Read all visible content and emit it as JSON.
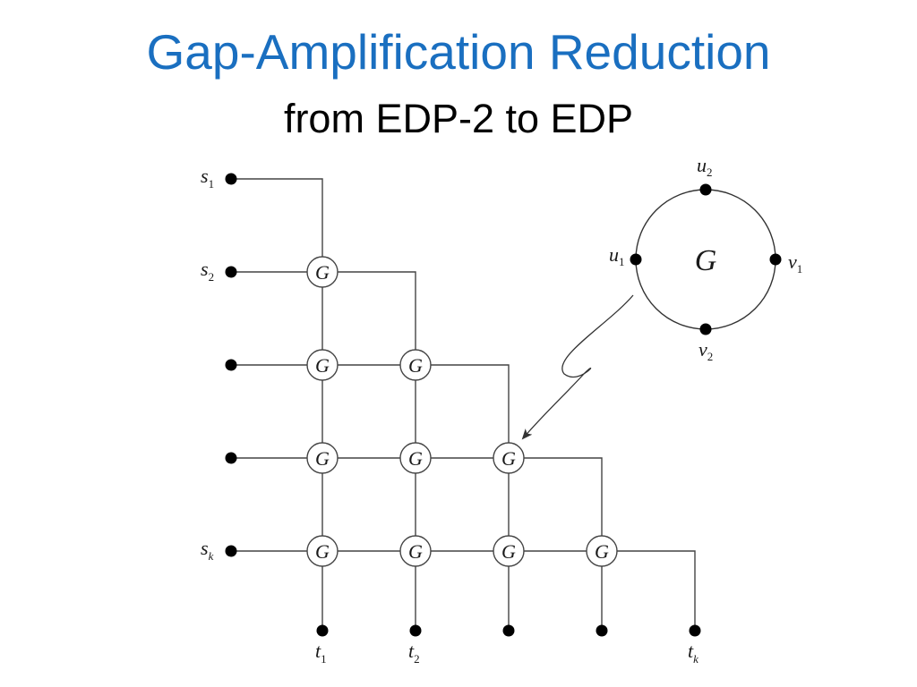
{
  "slide": {
    "title": "Gap-Amplification Reduction",
    "subtitle": "from EDP-2 to EDP"
  },
  "diagram": {
    "gadget_label": "G",
    "sources": [
      {
        "main": "s",
        "sub": "1"
      },
      {
        "main": "s",
        "sub": "2"
      },
      {
        "main": "",
        "sub": ""
      },
      {
        "main": "",
        "sub": ""
      },
      {
        "main": "s",
        "sub": "k"
      }
    ],
    "sinks": [
      {
        "main": "t",
        "sub": "1"
      },
      {
        "main": "t",
        "sub": "2"
      },
      {
        "main": "",
        "sub": ""
      },
      {
        "main": "",
        "sub": ""
      },
      {
        "main": "t",
        "sub": "k"
      }
    ],
    "inset": {
      "label": "G",
      "u1": {
        "main": "u",
        "sub": "1"
      },
      "u2": {
        "main": "u",
        "sub": "2"
      },
      "v1": {
        "main": "v",
        "sub": "1"
      },
      "v2": {
        "main": "v",
        "sub": "2"
      }
    }
  }
}
